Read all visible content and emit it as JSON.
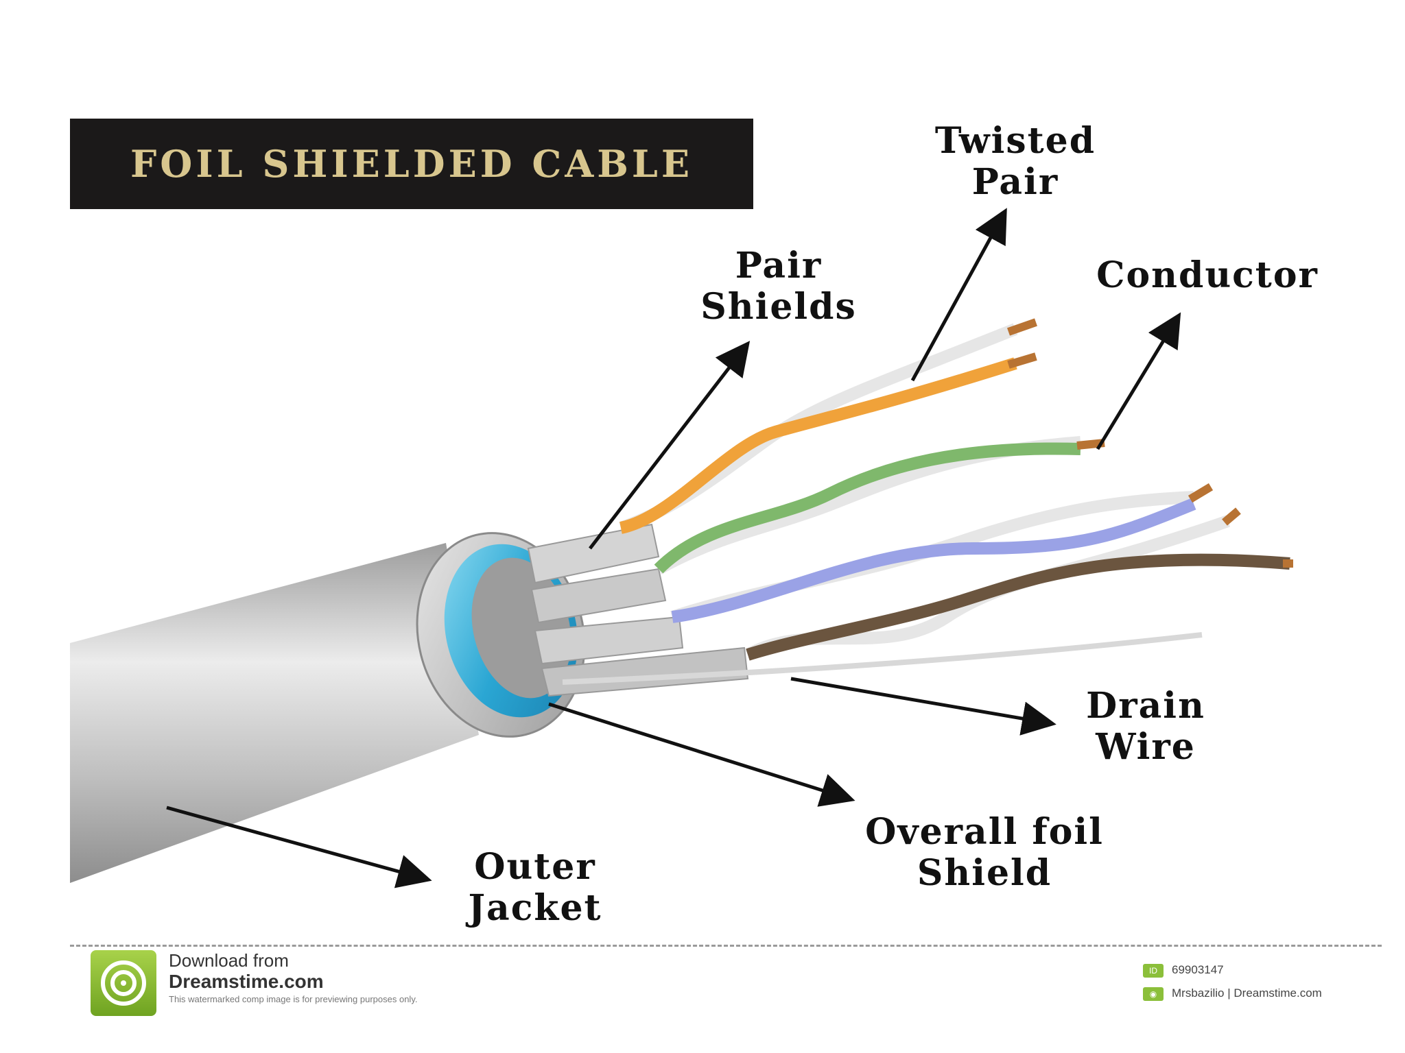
{
  "title": "FOIL SHIELDED CABLE",
  "labels": {
    "twisted_pair": [
      "Twisted",
      "Pair"
    ],
    "pair_shields": [
      "Pair",
      "Shields"
    ],
    "conductor": [
      "Conductor"
    ],
    "drain_wire": [
      "Drain",
      "Wire"
    ],
    "overall_foil_shield": [
      "Overall foil",
      "Shield"
    ],
    "outer_jacket": [
      "Outer",
      "Jacket"
    ]
  },
  "footer": {
    "download_line1": "Download from",
    "download_line2": "Dreamstime.com",
    "download_line3": "This watermarked comp image is for previewing purposes only.",
    "id_badge": "ID",
    "image_id": "69903147",
    "author": "Mrsbazilio | Dreamstime.com"
  },
  "colors": {
    "jacket": "#c6c6c6",
    "foil": "#3ab0d8",
    "pair_orange": "#f0a23a",
    "pair_green": "#7fb86c",
    "pair_blue": "#9aa2e6",
    "pair_brown": "#6b553f",
    "copper": "#b87333",
    "title_bg": "#1b1919",
    "title_text": "#d8c68e"
  }
}
